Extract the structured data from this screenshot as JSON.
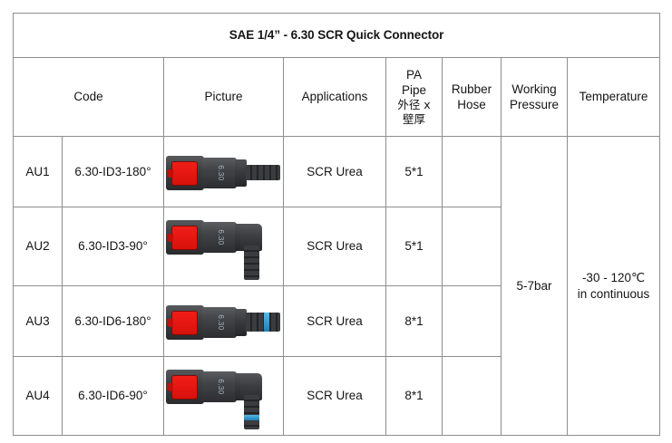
{
  "document": {
    "title": "SAE 1/4” - 6.30 SCR Quick Connector"
  },
  "table": {
    "headers": {
      "code": "Code",
      "picture": "Picture",
      "applications": "Applications",
      "pa_pipe_line1": "PA",
      "pa_pipe_line2": "Pipe",
      "pa_pipe_line3": "外径 x",
      "pa_pipe_line4": "壁厚",
      "rubber_hose_line1": "Rubber",
      "rubber_hose_line2": "Hose",
      "working_pressure_line1": "Working",
      "working_pressure_line2": "Pressure",
      "temperature": "Temperature"
    },
    "rows": [
      {
        "code": "AU1",
        "model": "6.30-ID3-180°",
        "picture": "quick-connector-straight-id3",
        "applications": "SCR Urea",
        "pa_pipe": "5*1",
        "rubber_hose": ""
      },
      {
        "code": "AU2",
        "model": "6.30-ID3-90°",
        "picture": "quick-connector-elbow-id3",
        "applications": "SCR Urea",
        "pa_pipe": "5*1",
        "rubber_hose": ""
      },
      {
        "code": "AU3",
        "model": "6.30-ID6-180°",
        "picture": "quick-connector-straight-id6",
        "applications": "SCR Urea",
        "pa_pipe": "8*1",
        "rubber_hose": ""
      },
      {
        "code": "AU4",
        "model": "6.30-ID6-90°",
        "picture": "quick-connector-elbow-id6",
        "applications": "SCR Urea",
        "pa_pipe": "8*1",
        "rubber_hose": ""
      }
    ],
    "merged": {
      "working_pressure": "5-7bar",
      "temperature_line1": "-30 - 120℃",
      "temperature_line2": "in continuous"
    },
    "connector_marking": "6.30"
  },
  "colors": {
    "header_background": "#fae7d8",
    "border": "#8e8e8e",
    "page_background": "#ffffff",
    "clip_red": "#e0120d",
    "ring_blue": "#2f97cf",
    "body_gray": "#3d3e42"
  }
}
